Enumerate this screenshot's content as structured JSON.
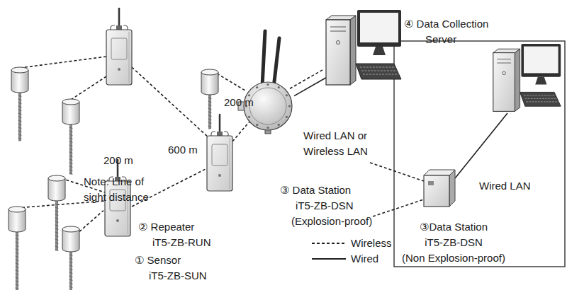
{
  "diagram": {
    "nodes": [
      {
        "text": [
          "① Sensor iT5-ZB-SUN"
        ]
      },
      {
        "text": [
          "② Repeater iT5-ZB-RUN"
        ]
      },
      {
        "text": [
          "③ Data Station iT5-ZB-DSN (Explosion-proof)"
        ]
      },
      {
        "text": [
          "④ Data Collection Server"
        ]
      },
      {
        "text": [
          "③Data Station iT5-ZB-DSN (Non Explosion-proof)"
        ]
      }
    ],
    "edges": [
      {
        "from": 0,
        "to": 1,
        "arrow": "none"
      },
      {
        "from": 2,
        "to": 3,
        "arrow": "none"
      },
      {
        "from": 2,
        "to": 3,
        "arrow": "none"
      }
    ],
    "labels": [
      "200 m",
      "Note: Line of sight distance",
      "600 m",
      "200 m",
      "Wired LAN or Wireless LAN",
      "Wired LAN"
    ],
    "legend": [
      {
        "text": "Wireless"
      },
      {
        "text": "Wired"
      }
    ]
  }
}
